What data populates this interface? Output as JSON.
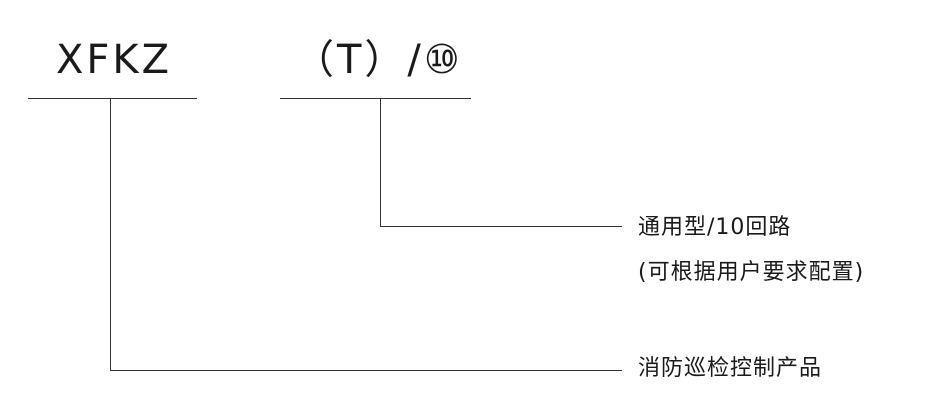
{
  "diagram": {
    "segments": [
      {
        "code": "XFKZ",
        "description": [
          "消防巡检控制产品"
        ]
      },
      {
        "code": "（T）/⑩",
        "description": [
          "通用型/10回路",
          "(可根据用户要求配置)"
        ]
      }
    ]
  }
}
